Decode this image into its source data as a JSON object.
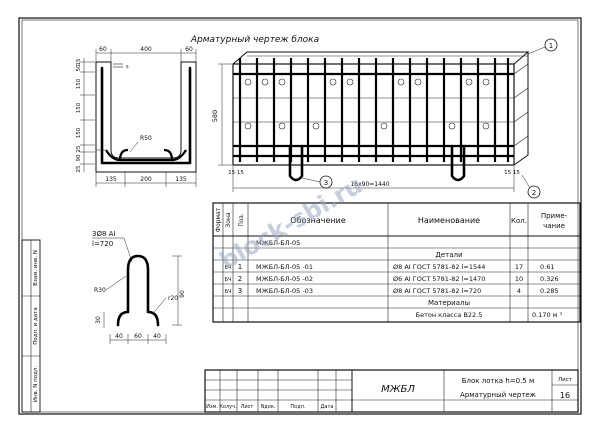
{
  "drawing": {
    "title": "Арматурный чертеж блока",
    "left_view": {
      "top_dims": [
        "60",
        "400",
        "60"
      ],
      "left_dims": [
        "15",
        "50",
        "150",
        "150",
        "150",
        "25",
        "90",
        "25"
      ],
      "bottom_dims": [
        "135",
        "200",
        "135"
      ],
      "label_r": "R50",
      "label_s": "s"
    },
    "right_view": {
      "height_dim": "580",
      "bottom_dim": "16x90=1440",
      "bottom_left": "15 15",
      "bottom_right": "15 15",
      "callout_1": "1",
      "callout_2": "2",
      "callout_3": "3"
    },
    "hook": {
      "label_line1": "3Ø8 AI",
      "label_line2": "l=720",
      "r30": "R30",
      "r20": "r20",
      "d30": "30",
      "d90": "90",
      "d40a": "40",
      "d60": "60",
      "d40b": "40"
    }
  },
  "spec_table": {
    "headers": {
      "format": "Формат",
      "zone": "Зона",
      "pos": "Поз.",
      "designation": "Обозначение",
      "name": "Наименование",
      "qty": "Кол.",
      "note_line1": "Приме-",
      "note_line2": "чание"
    },
    "rows": [
      {
        "fmt": "",
        "pos": "",
        "designation": "МЖБЛ-БЛ-05",
        "name": "",
        "qty": "",
        "note": ""
      },
      {
        "fmt": "",
        "pos": "",
        "designation": "",
        "name": "Детали",
        "qty": "",
        "note": ""
      },
      {
        "fmt": "БЧ",
        "pos": "1",
        "designation": "МЖБЛ-БЛ-05   -01",
        "name": "Ø8 AI ГОСТ 5781-82 l=1544",
        "qty": "17",
        "note": "0.61"
      },
      {
        "fmt": "БЧ",
        "pos": "2",
        "designation": "МЖБЛ-БЛ-05   -02",
        "name": "Ø6 AI ГОСТ 5781-82 l=1470",
        "qty": "10",
        "note": "0.326"
      },
      {
        "fmt": "БЧ",
        "pos": "3",
        "designation": "МЖБЛ-БЛ-05   -03",
        "name": "Ø8 AI ГОСТ 5781-82 l=720",
        "qty": "4",
        "note": "0.285"
      },
      {
        "fmt": "",
        "pos": "",
        "designation": "",
        "name": "Материалы",
        "qty": "",
        "note": ""
      },
      {
        "fmt": "",
        "pos": "",
        "designation": "",
        "name": "Бетон класса В22.5",
        "qty": "",
        "note": "0.170 м ³"
      }
    ]
  },
  "side_stamps": {
    "s1": "Взам. инв. N",
    "s2": "Подп. и дата",
    "s3": "Инв. N подл."
  },
  "title_block": {
    "cols": [
      "Изм.",
      "Колуч.",
      "Лист",
      "Nдок.",
      "Подп.",
      "Дата"
    ],
    "code": "МЖБЛ",
    "name_line1": "Блок лотка h=0.5 м",
    "name_line2": "Арматурный чертеж",
    "sheet_label": "Лист",
    "sheet_number": "16"
  },
  "watermark": "block-sbi.ru"
}
